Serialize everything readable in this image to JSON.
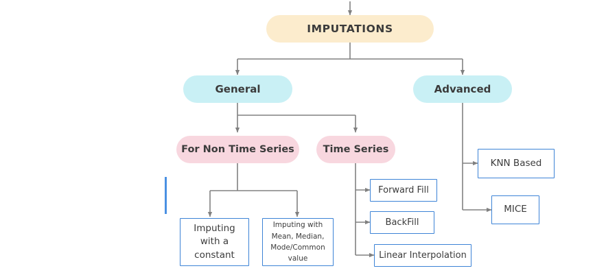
{
  "diagram": {
    "title": "Imputations taxonomy flowchart",
    "colors": {
      "root_fill": "#fceccd",
      "category_fill": "#c9f0f5",
      "subcategory_fill": "#f8d7df",
      "box_border": "#3b82d6",
      "box_fill": "#ffffff",
      "edge": "#808080",
      "text": "#3b3b3b",
      "accent_mark": "#4a90e2"
    },
    "nodes": {
      "root": {
        "label": "IMPUTATIONS",
        "shape": "pill"
      },
      "general": {
        "label": "General",
        "shape": "pill"
      },
      "advanced": {
        "label": "Advanced",
        "shape": "pill"
      },
      "non_time_series": {
        "label": "For Non Time Series",
        "shape": "pill"
      },
      "time_series": {
        "label": "Time Series",
        "shape": "pill"
      },
      "knn": {
        "label": "KNN Based",
        "shape": "rect"
      },
      "mice": {
        "label": "MICE",
        "shape": "rect"
      },
      "forward_fill": {
        "label": "Forward Fill",
        "shape": "rect"
      },
      "backfill": {
        "label": "BackFill",
        "shape": "rect"
      },
      "linear_interpolation": {
        "label": "Linear Interpolation",
        "shape": "rect"
      },
      "constant": {
        "label": "Imputing\nwith a\nconstant",
        "shape": "rect"
      },
      "central_tendency": {
        "label": "Imputing with\nMean, Median,\nMode/Common\nvalue",
        "shape": "rect"
      }
    },
    "edges": [
      {
        "from": "input",
        "to": "root"
      },
      {
        "from": "root",
        "to": "general"
      },
      {
        "from": "root",
        "to": "advanced"
      },
      {
        "from": "general",
        "to": "non_time_series"
      },
      {
        "from": "general",
        "to": "time_series"
      },
      {
        "from": "advanced",
        "to": "knn"
      },
      {
        "from": "advanced",
        "to": "mice"
      },
      {
        "from": "time_series",
        "to": "forward_fill"
      },
      {
        "from": "time_series",
        "to": "backfill"
      },
      {
        "from": "time_series",
        "to": "linear_interpolation"
      },
      {
        "from": "non_time_series",
        "to": "constant"
      },
      {
        "from": "non_time_series",
        "to": "central_tendency"
      }
    ]
  }
}
